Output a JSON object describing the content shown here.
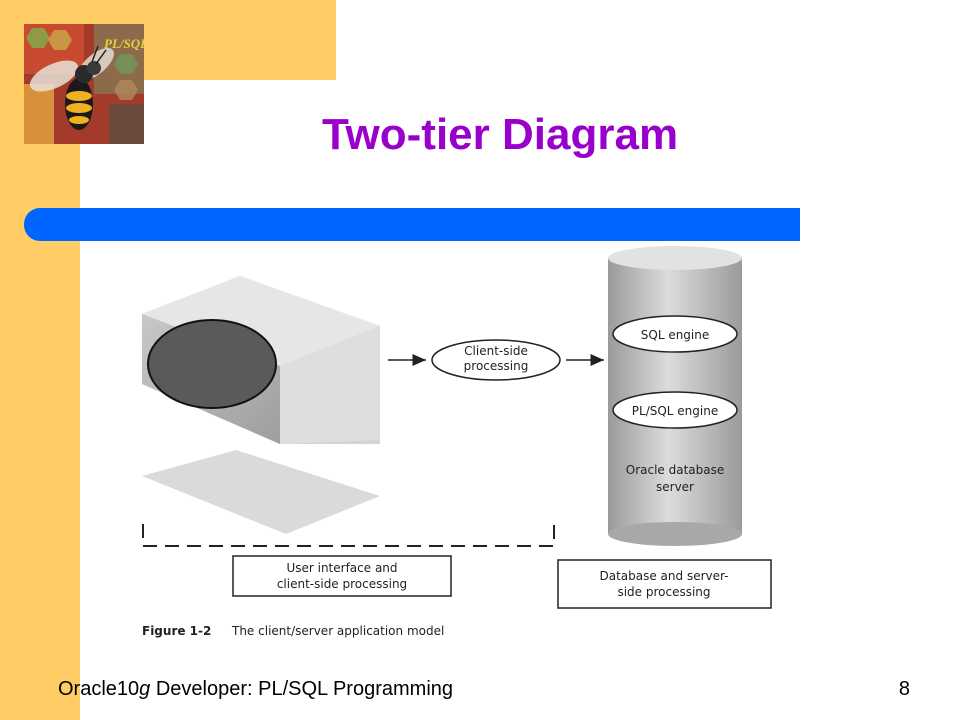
{
  "slide": {
    "title": "Two-tier Diagram",
    "footer_prefix": "Oracle10",
    "footer_italic": "g",
    "footer_suffix": " Developer: PL/SQL Programming",
    "page_number": "8"
  },
  "logo": {
    "text": "PL/SQL",
    "icon": "bee-icon"
  },
  "diagram": {
    "client_side_line1": "Client-side",
    "client_side_line2": "processing",
    "sql_engine": "SQL engine",
    "plsql_engine": "PL/SQL engine",
    "server_line1": "Oracle database",
    "server_line2": "server",
    "ui_box_line1": "User interface and",
    "ui_box_line2": "client-side processing",
    "db_box_line1": "Database and server-",
    "db_box_line2": "side processing",
    "caption_label": "Figure 1-2",
    "caption_text": "The client/server application model"
  },
  "colors": {
    "accent_yellow": "#ffcc66",
    "title_purple": "#9900cc",
    "bar_blue": "#0066ff"
  }
}
